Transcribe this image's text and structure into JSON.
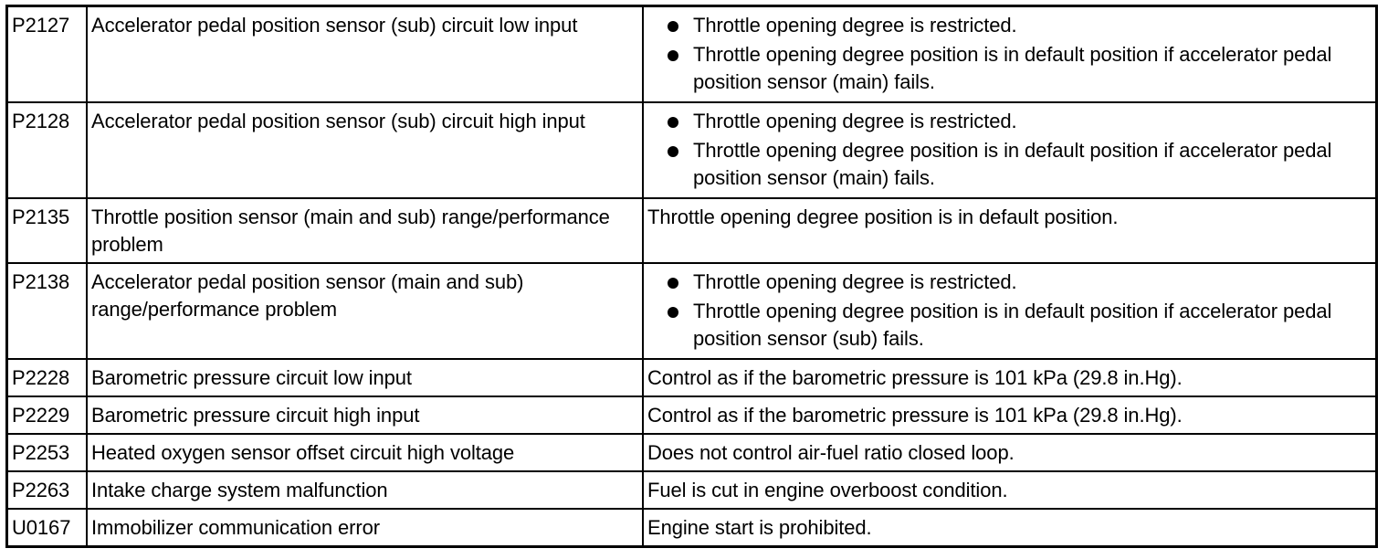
{
  "rows": [
    {
      "code": "P2127",
      "description": "Accelerator pedal position sensor (sub) circuit low input",
      "action_bullets": [
        "Throttle opening degree is restricted.",
        "Throttle opening degree position is in default position if accelerator pedal position sensor (main) fails."
      ]
    },
    {
      "code": "P2128",
      "description": "Accelerator pedal position sensor (sub) circuit high input",
      "action_bullets": [
        "Throttle opening degree is restricted.",
        "Throttle opening degree position is in default position if accelerator pedal position sensor (main) fails."
      ]
    },
    {
      "code": "P2135",
      "description": "Throttle position sensor (main and sub) range/performance problem",
      "action_text": "Throttle opening degree position is in default position."
    },
    {
      "code": "P2138",
      "description": "Accelerator pedal position sensor (main and sub) range/performance problem",
      "action_bullets": [
        "Throttle opening degree is restricted.",
        "Throttle opening degree position is in default position if accelerator pedal position sensor (sub) fails."
      ]
    },
    {
      "code": "P2228",
      "description": "Barometric pressure circuit low input",
      "action_text": "Control as if the barometric pressure is 101 kPa (29.8 in.Hg)."
    },
    {
      "code": "P2229",
      "description": "Barometric pressure circuit high input",
      "action_text": "Control as if the barometric pressure is 101 kPa (29.8 in.Hg)."
    },
    {
      "code": "P2253",
      "description": "Heated oxygen sensor offset circuit high voltage",
      "action_text": "Does not control air-fuel ratio closed loop."
    },
    {
      "code": "P2263",
      "description": "Intake charge system malfunction",
      "action_text": "Fuel is cut in engine overboost condition."
    },
    {
      "code": "U0167",
      "description": "Immobilizer communication error",
      "action_text": "Engine start is prohibited."
    }
  ]
}
